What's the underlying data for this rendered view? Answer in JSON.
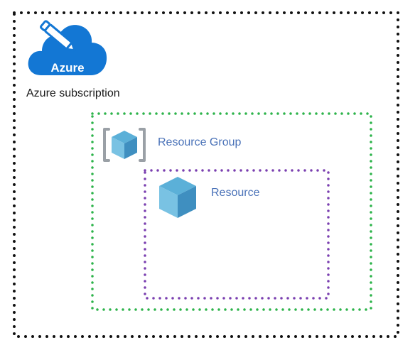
{
  "subscription": {
    "label": "Azure subscription"
  },
  "logo": {
    "text": "Azure",
    "icon": "azure-cloud-pencil-icon",
    "color": "#1377d4"
  },
  "resource_group": {
    "label": "Resource Group",
    "icon": "resource-group-icon",
    "border_color": "#2cb34a"
  },
  "resource": {
    "label": "Resource",
    "icon": "resource-cube-icon",
    "border_color": "#7a3fb0"
  },
  "colors": {
    "subscription_border": "#111111",
    "label_blue": "#4a72b8",
    "cube_light": "#79c2e3",
    "cube_mid": "#5bb0d8",
    "cube_dark": "#3f8fc0"
  }
}
